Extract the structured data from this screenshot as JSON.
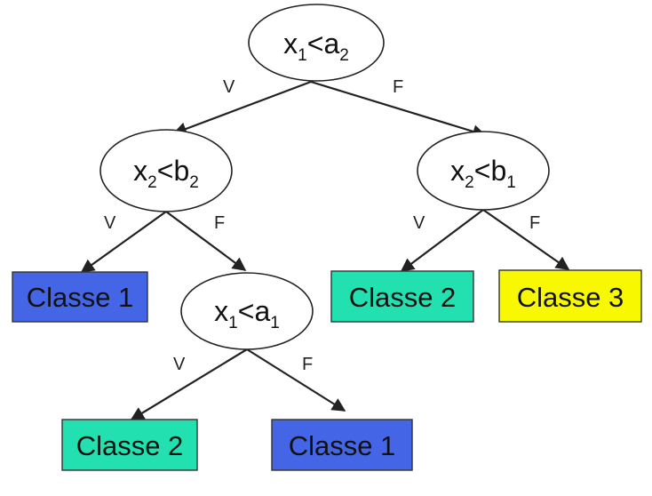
{
  "colors": {
    "classe_1": "#4466e6",
    "classe_2": "#22e0b0",
    "classe_3": "#f8f800",
    "node_fill": "#ffffff",
    "line": "#222222"
  },
  "nodes": {
    "root": {
      "var": "x",
      "var_sub": "1",
      "op": "<",
      "thr": "a",
      "thr_sub": "2"
    },
    "left": {
      "var": "x",
      "var_sub": "2",
      "op": "<",
      "thr": "b",
      "thr_sub": "2"
    },
    "right": {
      "var": "x",
      "var_sub": "2",
      "op": "<",
      "thr": "b",
      "thr_sub": "1"
    },
    "deep": {
      "var": "x",
      "var_sub": "1",
      "op": "<",
      "thr": "a",
      "thr_sub": "1"
    }
  },
  "leaves": {
    "left_left": {
      "label": "Classe 1",
      "color_key": "classe_1"
    },
    "right_left": {
      "label": "Classe 2",
      "color_key": "classe_2"
    },
    "right_right": {
      "label": "Classe 3",
      "color_key": "classe_3"
    },
    "deep_left": {
      "label": "Classe 2",
      "color_key": "classe_2"
    },
    "deep_right": {
      "label": "Classe 1",
      "color_key": "classe_1"
    }
  },
  "edge_labels": {
    "true_label": "V",
    "false_label": "F"
  }
}
